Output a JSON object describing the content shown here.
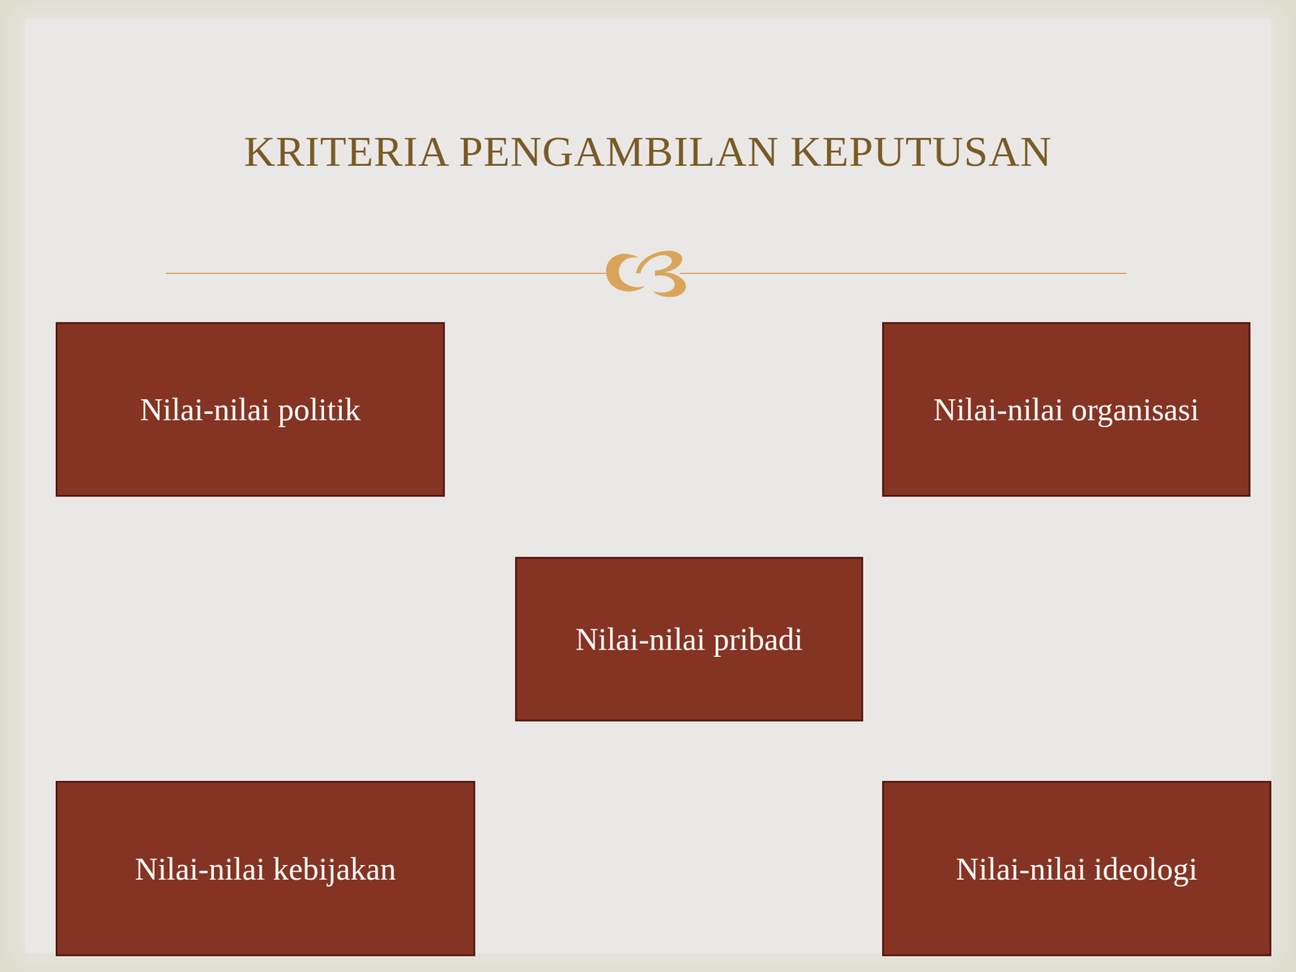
{
  "diagram": {
    "title": "KRITERIA PENGAMBILAN KEPUTUSAN",
    "nodes": [
      {
        "text": [
          "Nilai-nilai politik"
        ]
      },
      {
        "text": [
          "Nilai-nilai organisasi"
        ]
      },
      {
        "text": [
          "Nilai-nilai pribadi"
        ]
      },
      {
        "text": [
          "Nilai-nilai kebijakan"
        ]
      },
      {
        "text": [
          "Nilai-nilai ideologi"
        ]
      }
    ]
  }
}
